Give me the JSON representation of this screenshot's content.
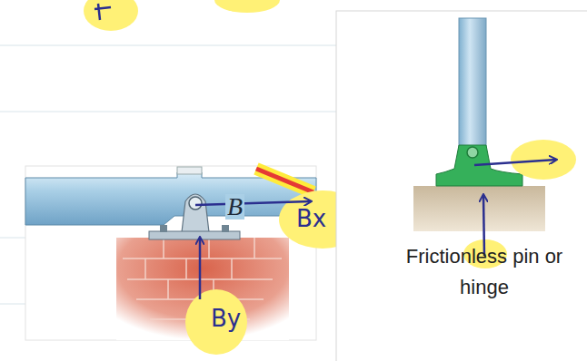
{
  "diagram": {
    "labels": [
      "B",
      "Bx",
      "By",
      "Frictionless pin or hinge"
    ]
  }
}
